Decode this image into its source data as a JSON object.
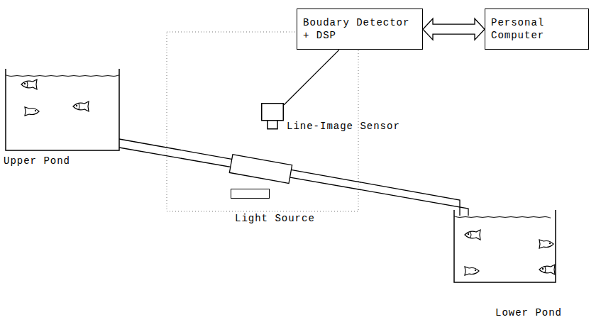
{
  "diagram": {
    "nodes": [
      {
        "text": [
          "Boudary Detector + DSP"
        ]
      },
      {
        "text": [
          "Personal Computer"
        ]
      },
      {
        "text": [
          "Line-Image Sensor"
        ]
      },
      {
        "text": [
          "Light Source"
        ]
      },
      {
        "text": [
          "Upper Pond"
        ]
      },
      {
        "text": [
          "Lower Pond"
        ]
      }
    ],
    "edges": [
      {
        "from": 0,
        "to": 1,
        "arrow": "both"
      },
      {
        "from": 2,
        "to": 0,
        "arrow": "none"
      }
    ]
  }
}
